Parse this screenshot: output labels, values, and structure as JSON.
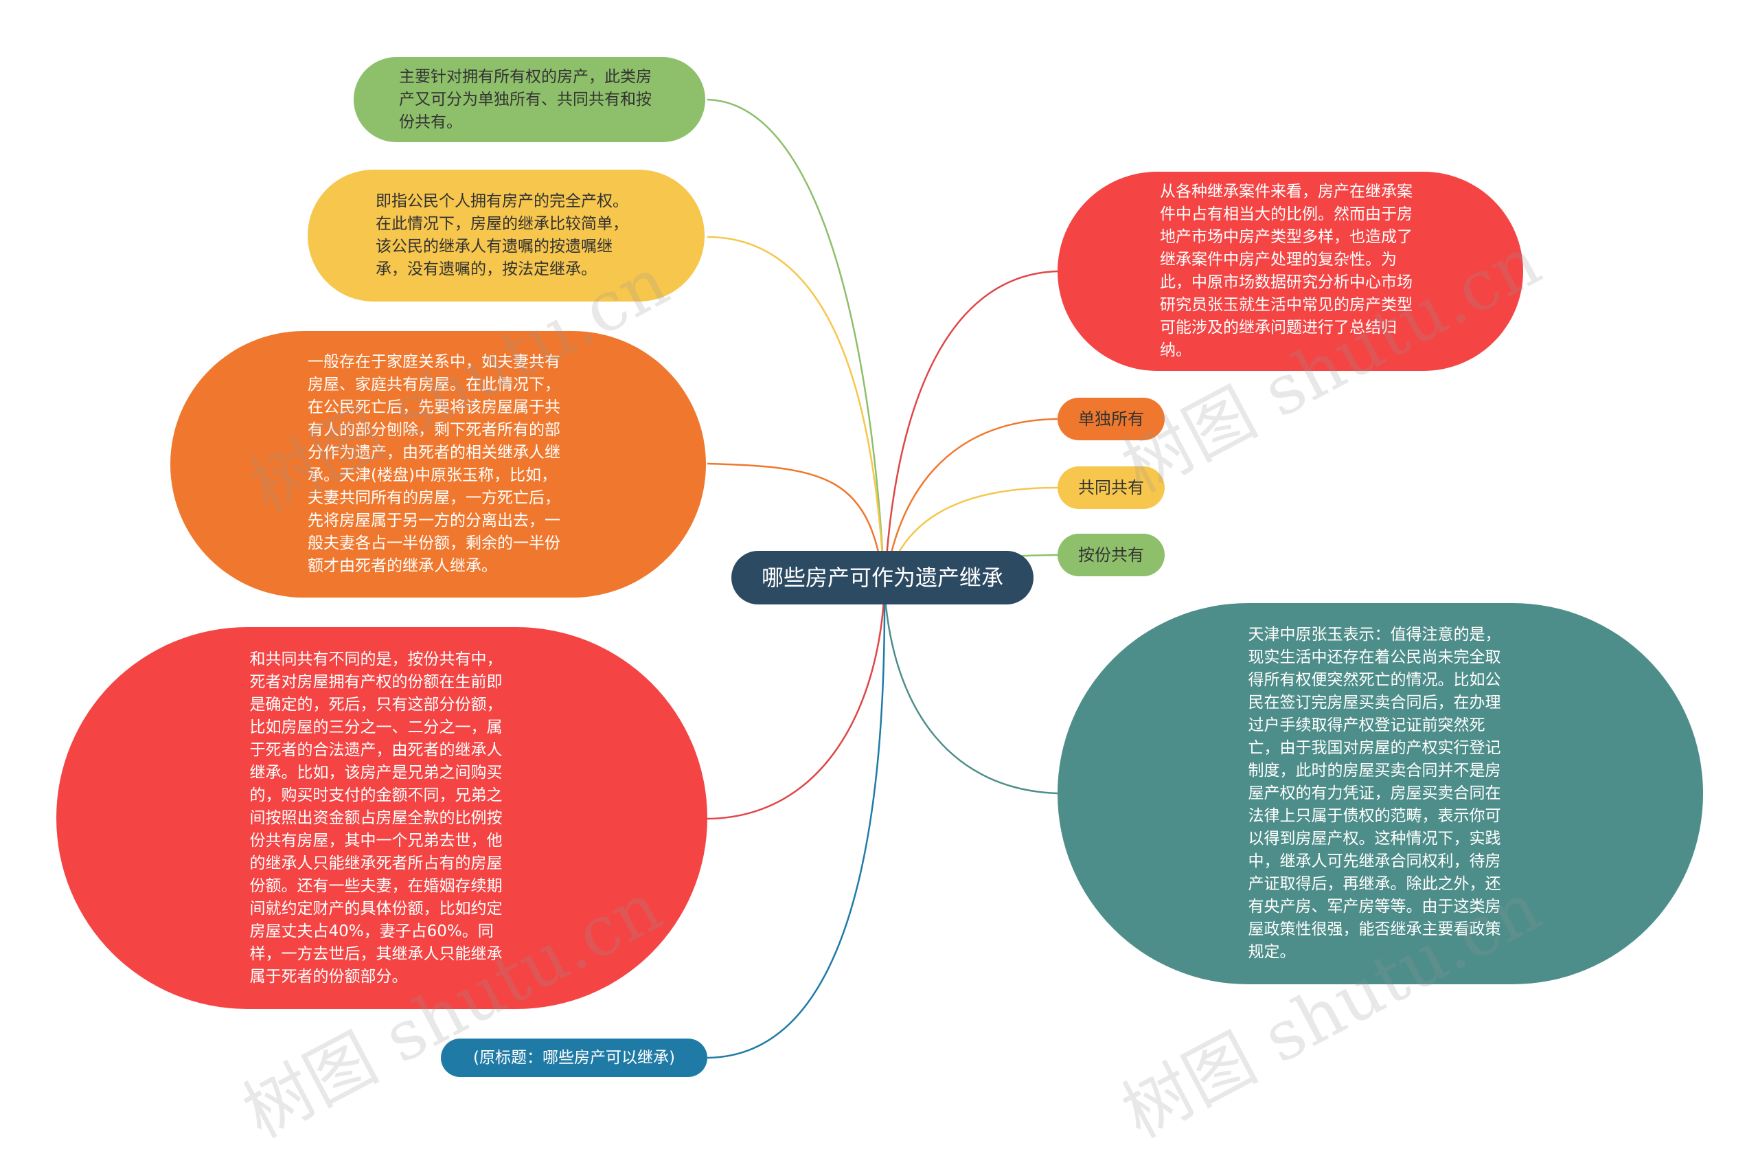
{
  "center": {
    "title": "哪些房产可作为遗产继承",
    "color": "#2d4a63"
  },
  "left_nodes": [
    {
      "text": "主要针对拥有所有权的房产，此类房产又可分为单独所有、共同共有和按份共有。",
      "color": "#8ebf6a",
      "line": "#8ebf6a"
    },
    {
      "text": "即指公民个人拥有房产的完全产权。在此情况下，房屋的继承比较简单，该公民的继承人有遗嘱的按遗嘱继承，没有遗嘱的，按法定继承。",
      "color": "#f6c64d",
      "line": "#f6c64d"
    },
    {
      "text": "一般存在于家庭关系中，如夫妻共有房屋、家庭共有房屋。在此情况下，在公民死亡后，先要将该房屋属于共有人的部分刨除，剩下死者所有的部分作为遗产，由死者的相关继承人继承。天津(楼盘)中原张玉称，比如，夫妻共同所有的房屋，一方死亡后，先将房屋属于另一方的分离出去，一般夫妻各占一半份额，剩余的一半份额才由死者的继承人继承。",
      "color": "#f0782e",
      "line": "#f0782e"
    },
    {
      "text": "和共同共有不同的是，按份共有中，死者对房屋拥有产权的份额在生前即是确定的，死后，只有这部分份额，比如房屋的三分之一、二分之一，属于死者的合法遗产，由死者的继承人继承。比如，该房产是兄弟之间购买的，购买时支付的金额不同，兄弟之间按照出资金额占房屋全款的比例按份共有房屋，其中一个兄弟去世，他的继承人只能继承死者所占有的房屋份额。还有一些夫妻，在婚姻存续期间就约定财产的具体份额，比如约定房屋丈夫占40%，妻子占60%。同样，一方去世后，其继承人只能继承属于死者的份额部分。",
      "color": "#f44444",
      "line": "#e04646"
    },
    {
      "text": "(原标题：哪些房产可以继承)",
      "color": "#1f7ba6",
      "line": "#1f7ba6"
    }
  ],
  "right_nodes": [
    {
      "text": "从各种继承案件来看，房产在继承案件中占有相当大的比例。然而由于房地产市场中房产类型多样，也造成了继承案件中房产处理的复杂性。为此，中原市场数据研究分析中心市场研究员张玉就生活中常见的房产类型可能涉及的继承问题进行了总结归纳。",
      "color": "#f44444",
      "line": "#e04646"
    },
    {
      "text": "单独所有",
      "color": "#f0782e",
      "line": "#f0782e"
    },
    {
      "text": "共同共有",
      "color": "#f6c64d",
      "line": "#f6c64d"
    },
    {
      "text": "按份共有",
      "color": "#8ebf6a",
      "line": "#8ebf6a"
    },
    {
      "text": "天津中原张玉表示：值得注意的是，现实生活中还存在着公民尚未完全取得所有权便突然死亡的情况。比如公民在签订完房屋买卖合同后，在办理过户手续取得产权登记证前突然死亡，由于我国对房屋的产权实行登记制度，此时的房屋买卖合同并不是房屋产权的有力凭证，房屋买卖合同在法律上只属于债权的范畴，表示你可以得到房屋产权。这种情况下，实践中，继承人可先继承合同权利，待房产证取得后，再继承。除此之外，还有央产房、军产房等等。由于这类房屋政策性很强，能否继承主要看政策规定。",
      "color": "#4e8e8a",
      "line": "#4e8e8a"
    }
  ],
  "watermark": "树图 shutu.cn"
}
